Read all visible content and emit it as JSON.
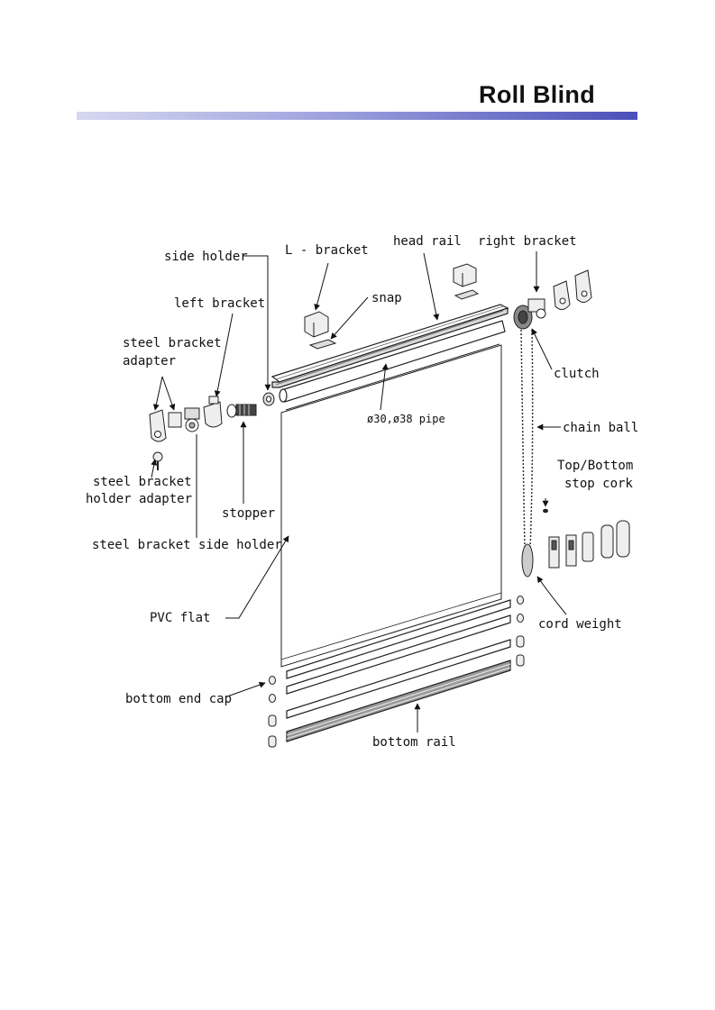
{
  "header": {
    "title": "Roll Blind"
  },
  "labels": {
    "side_holder": "side holder",
    "l_bracket": "L - bracket",
    "head_rail": "head rail",
    "right_bracket": "right bracket",
    "left_bracket": "left bracket",
    "snap": "snap",
    "steel_bracket_adapter_1": "steel bracket",
    "steel_bracket_adapter_2": "adapter",
    "clutch": "clutch",
    "pipe": "ø30,ø38 pipe",
    "chain_ball": "chain ball",
    "steel_bracket_holder_adapter_1": "steel bracket",
    "steel_bracket_holder_adapter_2": "holder adapter",
    "top_bottom_stop_cork_1": "Top/Bottom",
    "top_bottom_stop_cork_2": "stop cork",
    "stopper": "stopper",
    "steel_bracket_side_holder": "steel bracket side holder",
    "pvc_flat": "PVC flat",
    "cord_weight": "cord weight",
    "bottom_end_cap": "bottom end cap",
    "bottom_rail": "bottom rail"
  }
}
